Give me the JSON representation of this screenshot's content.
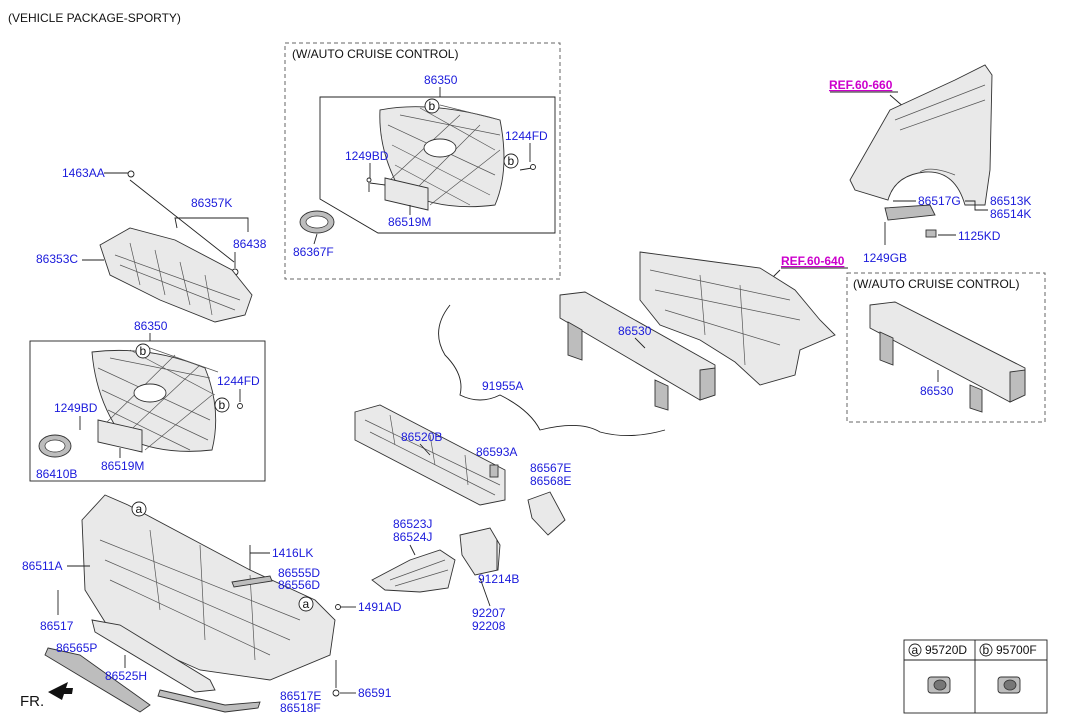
{
  "header": {
    "package_note": "(VEHICLE PACKAGE-SPORTY)"
  },
  "boxes": {
    "top_cruise_title": "(W/AUTO CRUISE CONTROL)",
    "right_cruise_title": "(W/AUTO CRUISE CONTROL)"
  },
  "refs": {
    "fender": "REF.60-660",
    "carrier": "REF.60-640"
  },
  "labels": {
    "p1463AA": "1463AA",
    "p86357K": "86357K",
    "p86438": "86438",
    "p86353C": "86353C",
    "p86350_box": "86350",
    "p1244FD_box": "1244FD",
    "p1249BD_box": "1249BD",
    "p86519M_box": "86519M",
    "p86367F": "86367F",
    "p86350": "86350",
    "p1244FD": "1244FD",
    "p1249BD": "1249BD",
    "p86410B": "86410B",
    "p86519M": "86519M",
    "p86513K": "86513K",
    "p86514K": "86514K",
    "p86517G": "86517G",
    "p1249GB": "1249GB",
    "p1125KD": "1125KD",
    "p86530": "86530",
    "p86530_box": "86530",
    "p91955A": "91955A",
    "p86520B": "86520B",
    "p86593A": "86593A",
    "p86567E": "86567E",
    "p86568E": "86568E",
    "p86523J": "86523J",
    "p86524J": "86524J",
    "p91214B": "91214B",
    "p92207": "92207",
    "p92208": "92208",
    "p1416LK": "1416LK",
    "p86555D": "86555D",
    "p86556D": "86556D",
    "p1491AD": "1491AD",
    "p86511A": "86511A",
    "p86517": "86517",
    "p86565P": "86565P",
    "p86525H": "86525H",
    "p86517E": "86517E",
    "p86518F": "86518F",
    "p86591": "86591"
  },
  "callouts": {
    "a": "a",
    "b": "b"
  },
  "legend": {
    "a_marker": "a",
    "a_part": "95720D",
    "b_marker": "b",
    "b_part": "95700F"
  },
  "direction": "FR."
}
